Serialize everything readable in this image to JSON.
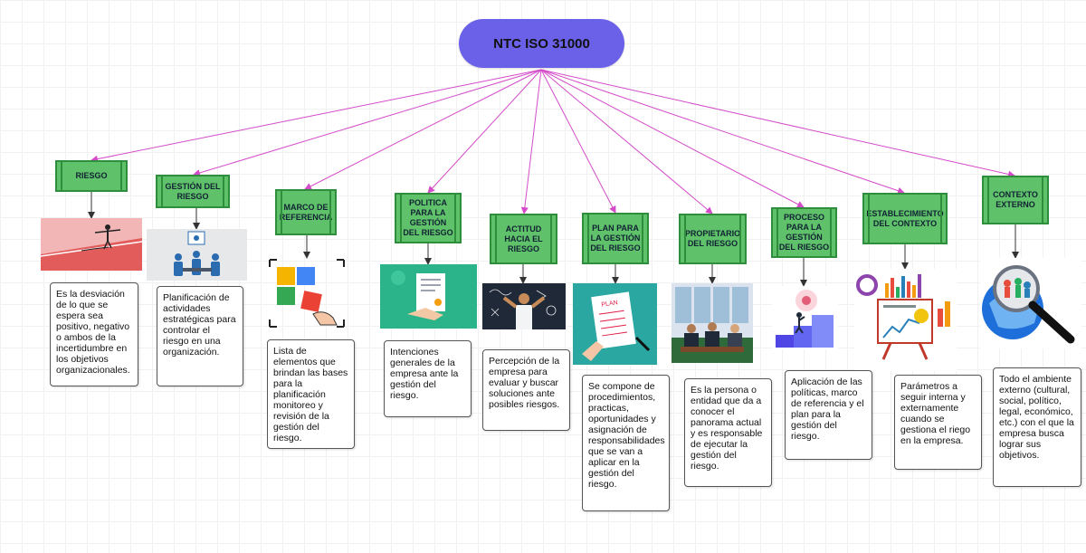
{
  "root": {
    "label": "NTC ISO 31000"
  },
  "topics": [
    {
      "id": "riesgo",
      "label": "RIESGO",
      "desc": "Es la desviación de lo que se espera sea positivo, negativo o ambos de la incertidumbre en los objetivos organizacionales.",
      "image": "tightrope-walker-icon"
    },
    {
      "id": "gestion",
      "label": "GESTIÓN DEL RIESGO",
      "desc": "Planificación de actividades estratégicas para controlar el riesgo en una organización.",
      "image": "team-meeting-icon"
    },
    {
      "id": "marco",
      "label": "MARCO DE REFERENCIA",
      "desc": "Lista de elementos que brindan las bases para la planificación monitoreo y revisión de la gestión del riesgo.",
      "image": "puzzle-icon"
    },
    {
      "id": "politica",
      "label": "POLITICA PARA LA GESTIÓN DEL RIESGO",
      "desc": "Intenciones generales de la empresa ante la gestión del riesgo.",
      "image": "document-handshake-icon"
    },
    {
      "id": "actitud",
      "label": "ACTITUD HACIA EL RIESGO",
      "desc": "Percepción de la empresa para evaluar y buscar soluciones ante posibles riesgos.",
      "image": "thinking-man-chalkboard-icon"
    },
    {
      "id": "plan",
      "label": "PLAN PARA LA GESTIÓN DEL RIESGO",
      "desc": "Se compone de procedimientos, practicas, oportunidades y asignación de responsabilidades que se van a aplicar en la gestión del riesgo.",
      "image": "plan-checklist-icon"
    },
    {
      "id": "propietario",
      "label": "PROPIETARIO DEL RIESGO",
      "desc": "Es la persona o entidad que da a conocer el panorama actual y es responsable de ejecutar la gestión del riesgo.",
      "image": "business-meeting-icon"
    },
    {
      "id": "proceso",
      "label": "PROCESO PARA LA GESTIÓN DEL RIESGO",
      "desc": "Aplicación de las políticas, marco de referencia y el plan para la gestión del riesgo.",
      "image": "gear-stairs-icon"
    },
    {
      "id": "establecimiento",
      "label": "ESTABLECIMIENTO DEL CONTEXTO",
      "desc": "Parámetros a seguir interna y externamente cuando se gestiona el riego en la empresa.",
      "image": "analytics-board-icon"
    },
    {
      "id": "contexto",
      "label": "CONTEXTO EXTERNO",
      "desc": "Todo el ambiente externo (cultural, social, político, legal, económico, etc.) con el que la empresa busca lograr sus objetivos.",
      "image": "globe-magnifier-icon"
    }
  ],
  "colors": {
    "root": "#6b61e8",
    "topic_fill": "#5fc26a",
    "topic_border": "#2f8e3b",
    "root_connector": "#d44bc9",
    "child_connector": "#333333"
  }
}
